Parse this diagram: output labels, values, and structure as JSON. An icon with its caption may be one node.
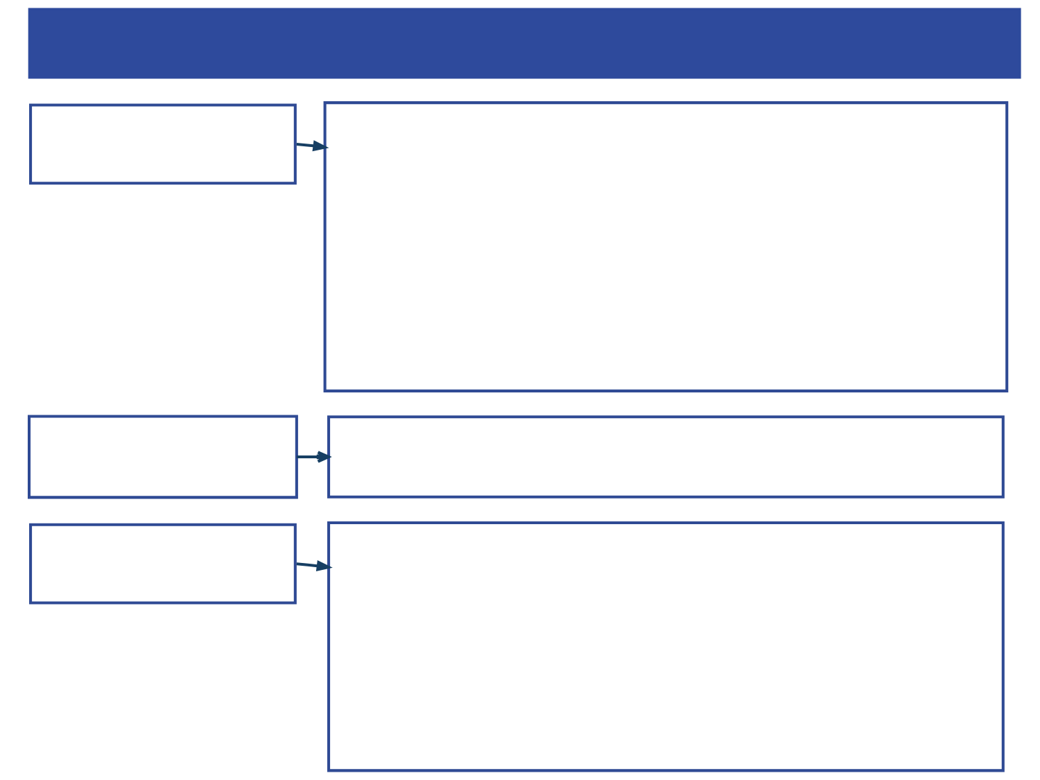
{
  "diagram": {
    "nodes": [
      {
        "text": [],
        "shape": "bar"
      },
      {
        "text": [],
        "shape": "box"
      },
      {
        "text": [],
        "shape": "box"
      },
      {
        "text": [],
        "shape": "box"
      },
      {
        "text": [],
        "shape": "box"
      },
      {
        "text": [],
        "shape": "box"
      },
      {
        "text": [],
        "shape": "box"
      }
    ],
    "edges": [
      {
        "from": 1,
        "to": 2,
        "arrow": "to"
      },
      {
        "from": 3,
        "to": 4,
        "arrow": "to"
      },
      {
        "from": 5,
        "to": 6,
        "arrow": "to"
      }
    ]
  }
}
